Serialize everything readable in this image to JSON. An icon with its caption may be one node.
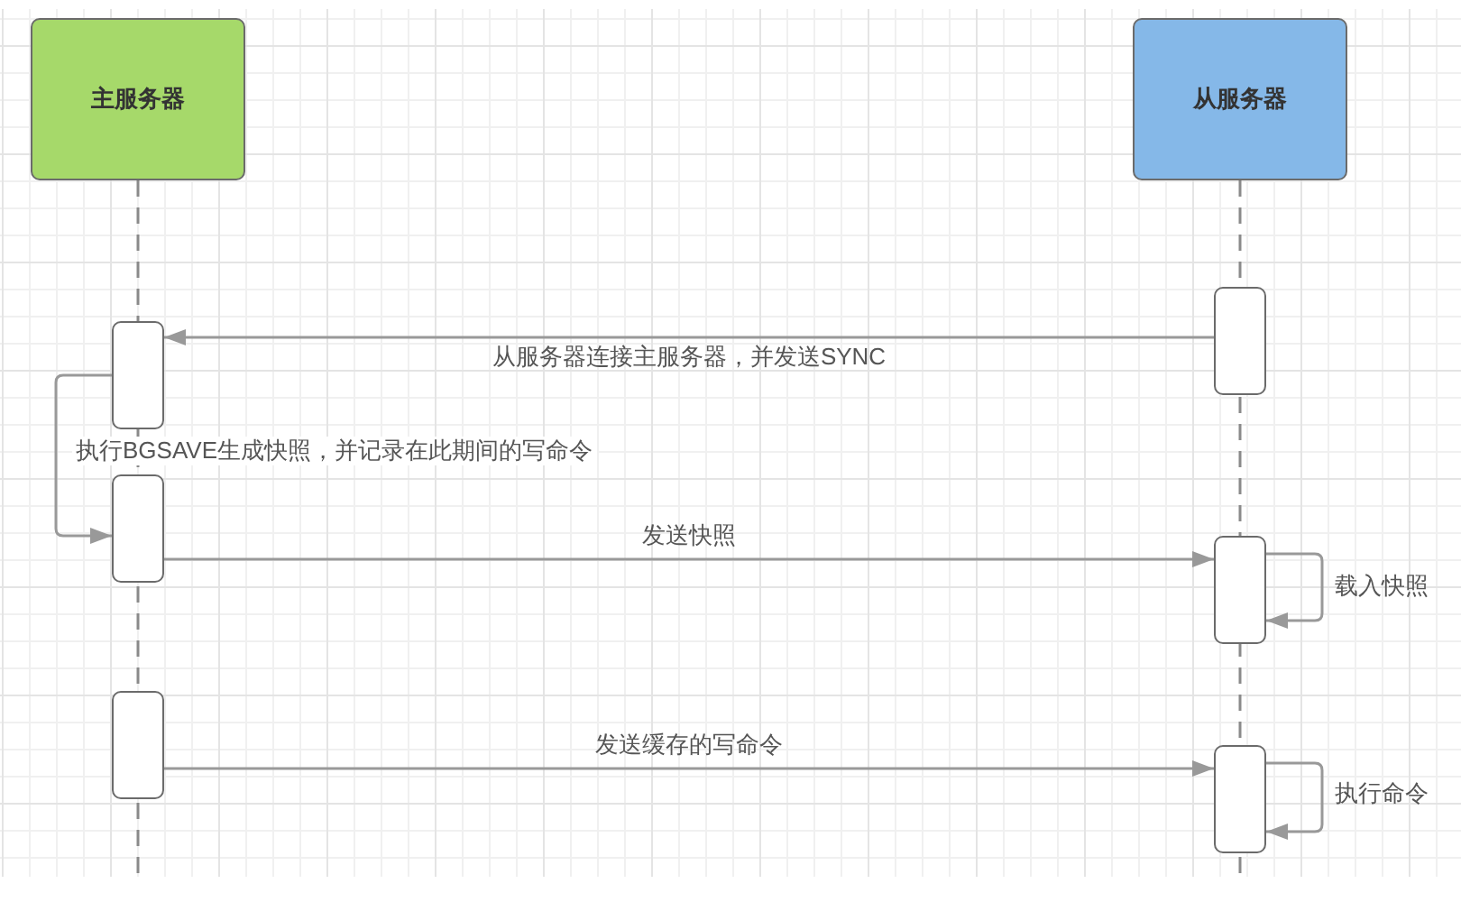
{
  "diagram": {
    "nodes": [
      {
        "text": [
          "主服务器"
        ]
      },
      {
        "text": [
          "从服务器"
        ]
      },
      {
        "text": [],
        "shape": "bar"
      },
      {
        "text": [],
        "shape": "bar"
      },
      {
        "text": [],
        "shape": "bar"
      },
      {
        "text": [],
        "shape": "bar"
      },
      {
        "text": [],
        "shape": "bar"
      },
      {
        "text": [],
        "shape": "bar"
      }
    ],
    "edges": [
      {
        "from": 2,
        "to": 3,
        "arrow": "to",
        "label": "从服务器连接主服务器，并发送SYNC"
      },
      {
        "from": 3,
        "to": 4,
        "arrow": "to",
        "label": "执行BGSAVE生成快照，并记录在此期间的写命令"
      },
      {
        "from": 4,
        "to": 5,
        "arrow": "to",
        "label": "发送快照"
      },
      {
        "from": 5,
        "to": 5,
        "arrow": "to",
        "label": "载入快照"
      },
      {
        "from": 6,
        "to": 7,
        "arrow": "to",
        "label": "发送缓存的写命令"
      },
      {
        "from": 7,
        "to": 7,
        "arrow": "to",
        "label": "执行命令"
      }
    ]
  }
}
